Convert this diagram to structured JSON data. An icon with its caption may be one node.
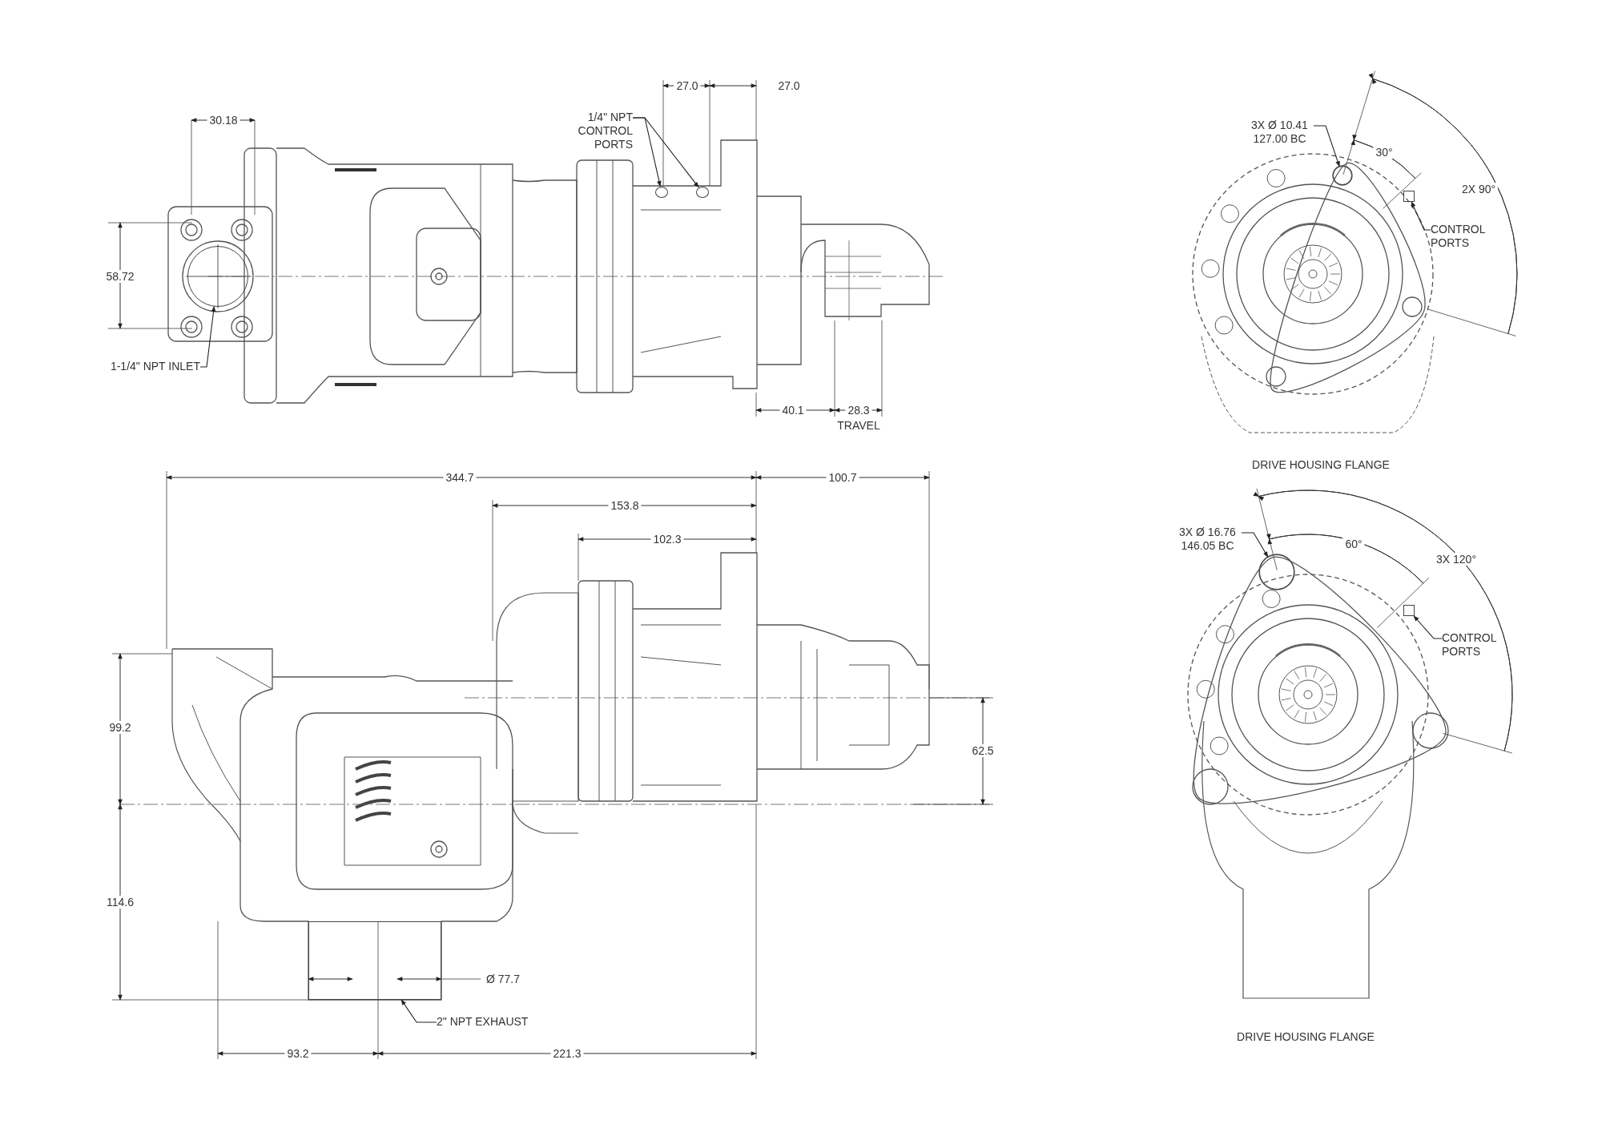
{
  "diagram": {
    "nodes": [
      {
        "text": [
          "1/4\" NPT CONTROL PORTS"
        ]
      },
      {
        "text": [],
        "shape": "circle"
      },
      {
        "text": [],
        "shape": "circle"
      },
      {
        "text": [
          "1-1/4\" NPT INLET"
        ]
      },
      {
        "text": [],
        "shape": "circle"
      },
      {
        "text": [
          "3X Ø 10.41 127.00 BC"
        ]
      },
      {
        "text": [],
        "shape": "circle"
      },
      {
        "text": [
          "CONTROL PORTS"
        ]
      },
      {
        "text": [],
        "shape": "box"
      },
      {
        "text": [
          "2\" NPT EXHAUST"
        ]
      },
      {
        "text": [],
        "shape": "box"
      },
      {
        "text": [
          "3X Ø 16.76 146.05 BC"
        ]
      },
      {
        "text": [],
        "shape": "circle"
      },
      {
        "text": [
          "CONTROL PORTS"
        ]
      },
      {
        "text": [],
        "shape": "box"
      }
    ],
    "edges": [
      {
        "from": 0,
        "to": 1,
        "arrow": "to"
      },
      {
        "from": 0,
        "to": 2,
        "arrow": "to"
      },
      {
        "from": 3,
        "to": 4,
        "arrow": "to"
      },
      {
        "from": 5,
        "to": 6,
        "arrow": "to"
      },
      {
        "from": 7,
        "to": 8,
        "arrow": "to"
      },
      {
        "from": 9,
        "to": 10,
        "arrow": "to"
      },
      {
        "from": 11,
        "to": 12,
        "arrow": "to"
      },
      {
        "from": 13,
        "to": 14,
        "arrow": "to"
      }
    ],
    "labels": [
      "30.18",
      "58.72",
      "27.0",
      "27.0",
      "40.1",
      "28.3",
      "TRAVEL",
      "344.7",
      "100.7",
      "153.8",
      "102.3",
      "99.2",
      "114.6",
      "62.5",
      "Ø 77.7",
      "93.2",
      "221.3",
      "30°",
      "2X 90°",
      "DRIVE HOUSING FLANGE",
      "60°",
      "3X 120°",
      "DRIVE HOUSING FLANGE"
    ]
  }
}
